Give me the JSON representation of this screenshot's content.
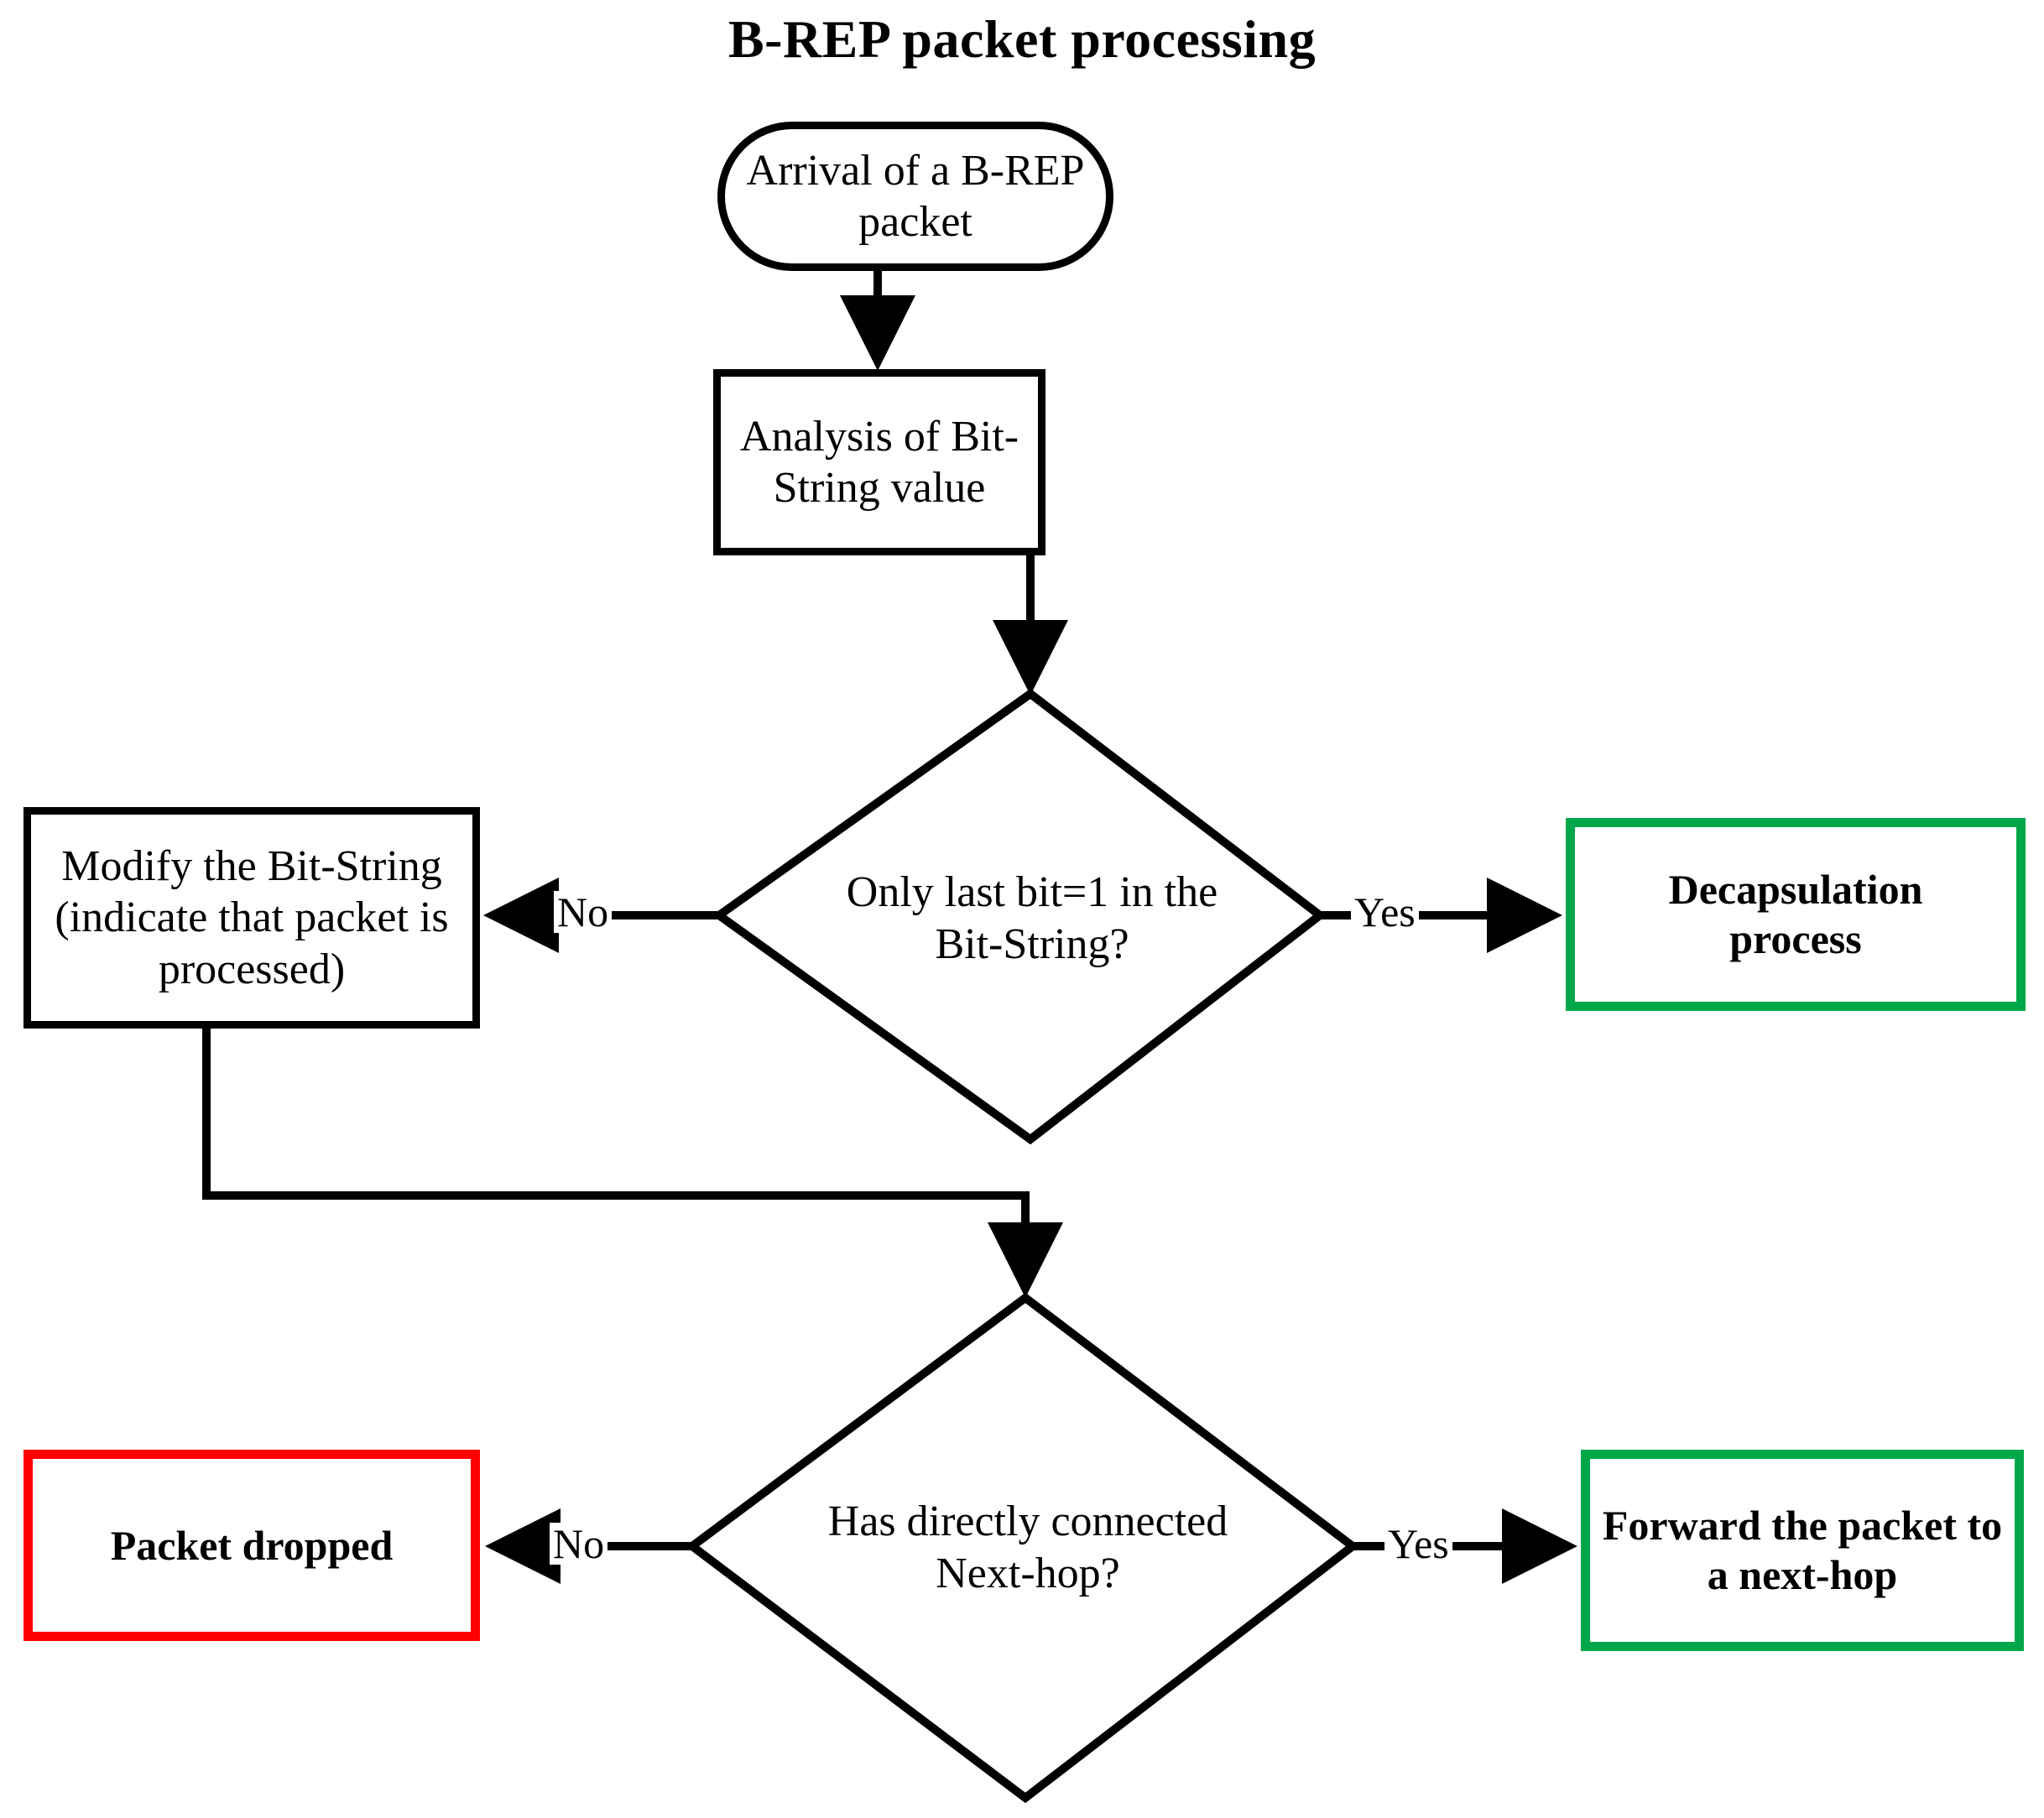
{
  "diagram": {
    "title": "B-REP packet processing",
    "type": "flowchart",
    "colors": {
      "stroke": "#000000",
      "success": "#00a74a",
      "danger": "#ff0000",
      "background": "#ffffff"
    },
    "nodes": {
      "start": {
        "shape": "stadium",
        "label": "Arrival of a B-REP packet"
      },
      "analysis": {
        "shape": "rectangle",
        "label": "Analysis of Bit-String value"
      },
      "decision_bitstring": {
        "shape": "diamond",
        "line1": "Only last bit=1 in the",
        "line2": "Bit-String?"
      },
      "modify": {
        "shape": "rectangle",
        "line1": "Modify the Bit-String",
        "line2": "(indicate that packet is",
        "line3": "processed)"
      },
      "decapsulation": {
        "shape": "rectangle",
        "line1": "Decapsulation",
        "line2": "process",
        "color": "#00a74a"
      },
      "decision_nexthop": {
        "shape": "diamond",
        "line1": "Has directly connected",
        "line2": "Next-hop?"
      },
      "packet_dropped": {
        "shape": "rectangle",
        "label": "Packet dropped",
        "color": "#ff0000"
      },
      "forward": {
        "shape": "rectangle",
        "line1": "Forward the packet to",
        "line2": "a next-hop",
        "color": "#00a74a"
      }
    },
    "edge_labels": {
      "bitstring_no": "No",
      "bitstring_yes": "Yes",
      "nexthop_no": "No",
      "nexthop_yes": "Yes"
    }
  }
}
